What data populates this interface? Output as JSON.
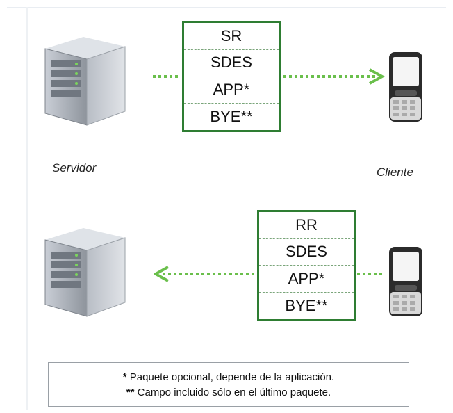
{
  "top_packet": {
    "rows": [
      "SR",
      "SDES",
      "APP*",
      "BYE**"
    ]
  },
  "bottom_packet": {
    "rows": [
      "RR",
      "SDES",
      "APP*",
      "BYE**"
    ]
  },
  "labels": {
    "server": "Servidor",
    "client": "Cliente"
  },
  "notes": {
    "line1_mark": "*",
    "line1_text": "Paquete opcional, depende de la aplicación.",
    "line2_mark": "**",
    "line2_text": "Campo incluido sólo en el último paquete."
  },
  "colors": {
    "box_border": "#2e7d32",
    "arrow": "#6abf4b"
  },
  "icons": {
    "server": "server-tower-icon",
    "client": "mobile-phone-icon"
  }
}
